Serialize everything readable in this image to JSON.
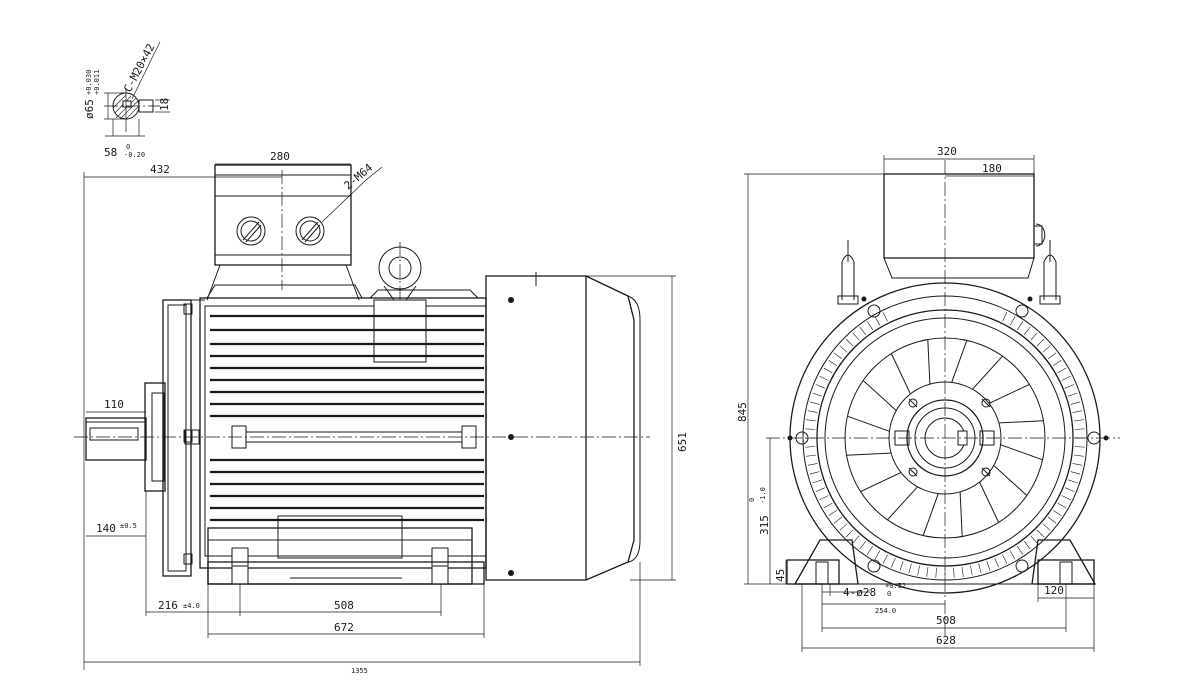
{
  "detail": {
    "thread": "C-M20×42",
    "dia": "ø65",
    "dia_tol_upper": "+0.030",
    "dia_tol_lower": "+0.011",
    "key_width": "18",
    "key_height": "58",
    "key_height_tol_upper": "0",
    "key_height_tol_lower": "-0.20"
  },
  "side": {
    "d_432": "432",
    "d_280": "280",
    "thread": "2-M64",
    "d_110": "110",
    "d_140": "140",
    "d_140_tol": "±0.5",
    "d_216": "216",
    "d_216_tol": "±4.0",
    "d_508": "508",
    "d_672": "672",
    "d_1355": "1355",
    "d_651": "651"
  },
  "front": {
    "d_320": "320",
    "d_180": "180",
    "d_845": "845",
    "d_315": "315",
    "d_315_tol_upper": "0",
    "d_315_tol_lower": "-1.0",
    "d_45": "45",
    "holes": "4-ø28",
    "holes_tol_upper": "+0.52",
    "holes_tol_lower": "0",
    "d_254": "254.0",
    "d_508": "508",
    "d_628": "628",
    "d_120": "120"
  }
}
